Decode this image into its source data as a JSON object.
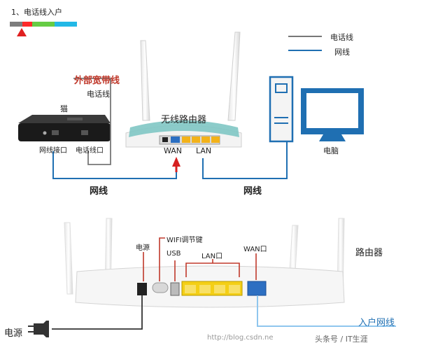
{
  "top": {
    "step_title": "1、电话线入户",
    "bar_colors": [
      "#7d7d7d",
      "#ff2a2a",
      "#66cc44",
      "#22b8e6"
    ]
  },
  "legend": {
    "phone_line": "电话线",
    "net_line": "网线",
    "phone_color": "#777777",
    "net_color": "#1f6fb2"
  },
  "upper": {
    "external_broadband": "外部宽带线",
    "phone_line_label": "电话线",
    "modem": "猫",
    "modem_port_net": "网线接口",
    "modem_port_phone": "电话线口",
    "router_title": "无线路由器",
    "wan": "WAN",
    "lan": "LAN",
    "computer": "电脑",
    "cable_left": "网线",
    "cable_right": "网线"
  },
  "lower": {
    "power": "电源",
    "wifi_key": "WIFI调节键",
    "usb": "USB",
    "lan_port": "LAN口",
    "wan_port": "WAN口",
    "router": "路由器",
    "power_plug": "电源",
    "inbound": "入户网线",
    "url": "http://blog.csdn.ne",
    "watermark": "头条号 / IT生涯"
  }
}
